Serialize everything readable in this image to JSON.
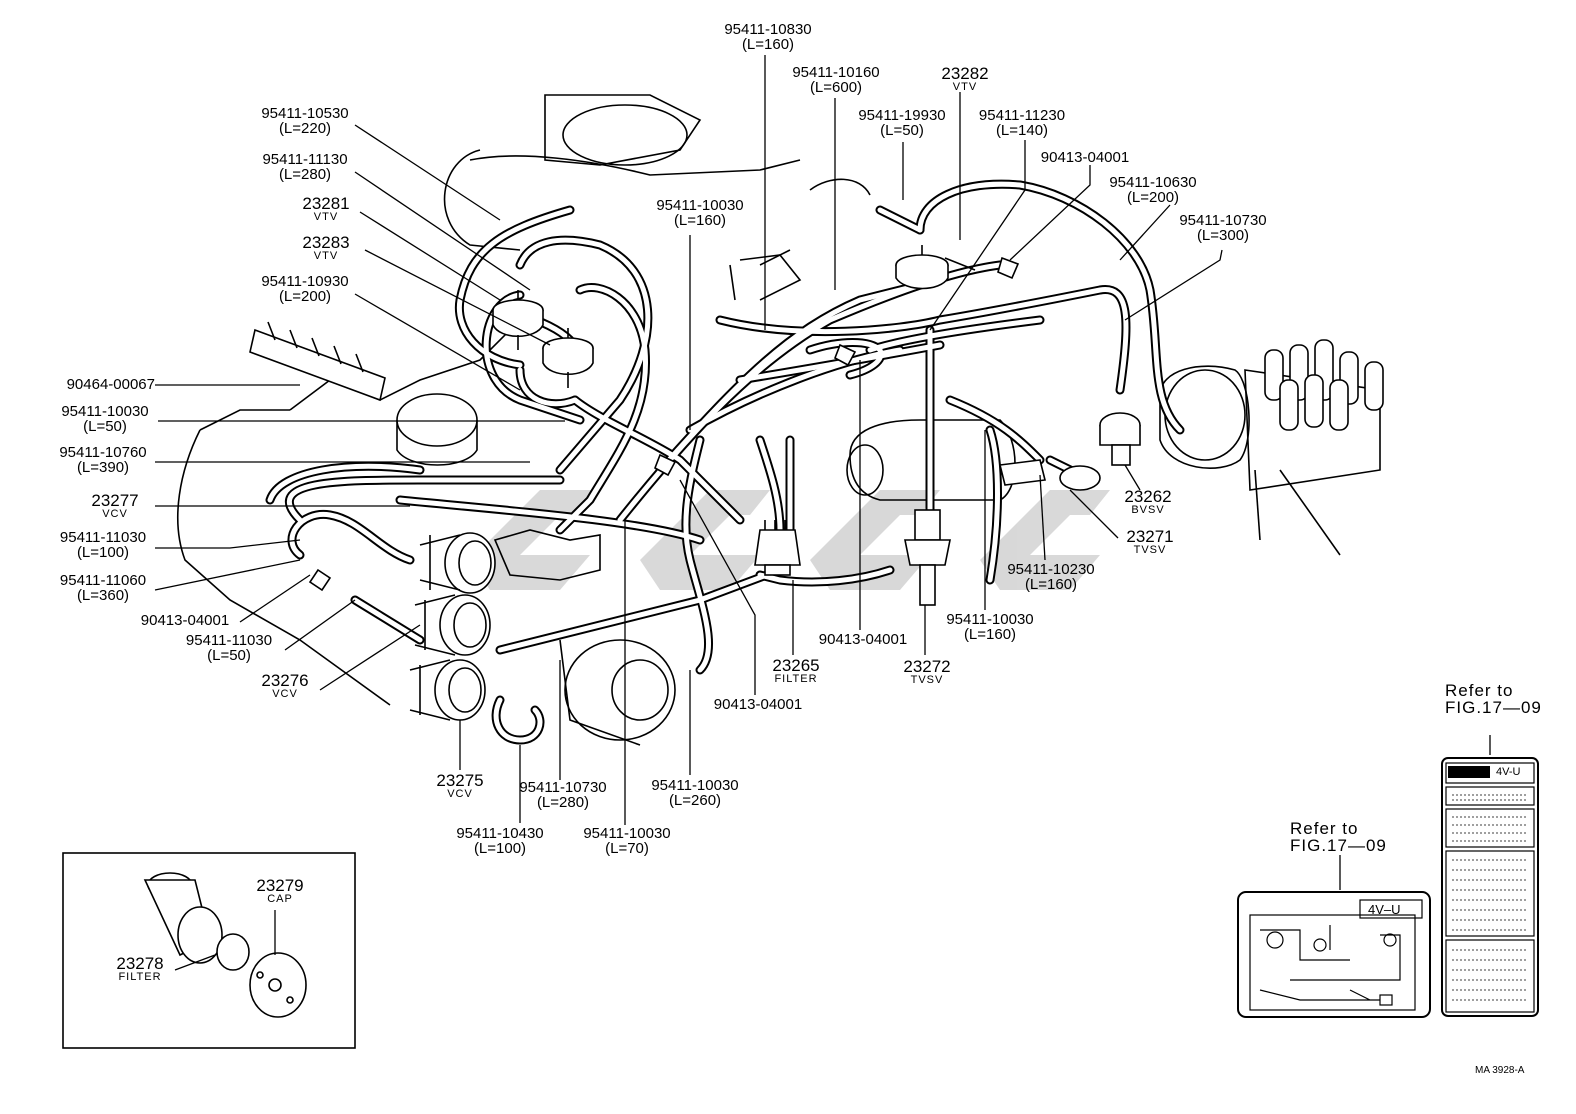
{
  "labels": {
    "p_10830": {
      "pn": "95411-10830",
      "len": "(L=160)"
    },
    "p_10160": {
      "pn": "95411-10160",
      "len": "(L=600)"
    },
    "p_23282": {
      "pn": "23282",
      "sub": "VTV"
    },
    "p_19930": {
      "pn": "95411-19930",
      "len": "(L=50)"
    },
    "p_11230": {
      "pn": "95411-11230",
      "len": "(L=140)"
    },
    "p_04001_top": {
      "pn": "90413-04001"
    },
    "p_10630": {
      "pn": "95411-10630",
      "len": "(L=200)"
    },
    "p_10730_top": {
      "pn": "95411-10730",
      "len": "(L=300)"
    },
    "p_10530": {
      "pn": "95411-10530",
      "len": "(L=220)"
    },
    "p_11130": {
      "pn": "95411-11130",
      "len": "(L=280)"
    },
    "p_23281": {
      "pn": "23281",
      "sub": "VTV"
    },
    "p_23283": {
      "pn": "23283",
      "sub": "VTV"
    },
    "p_10930": {
      "pn": "95411-10930",
      "len": "(L=200)"
    },
    "p_10030_mid": {
      "pn": "95411-10030",
      "len": "(L=160)"
    },
    "p_00067": {
      "pn": "90464-00067"
    },
    "p_10030_50": {
      "pn": "95411-10030",
      "len": "(L=50)"
    },
    "p_10760": {
      "pn": "95411-10760",
      "len": "(L=390)"
    },
    "p_23277": {
      "pn": "23277",
      "sub": "VCV"
    },
    "p_11030_100": {
      "pn": "95411-11030",
      "len": "(L=100)"
    },
    "p_11060": {
      "pn": "95411-11060",
      "len": "(L=360)"
    },
    "p_04001_left": {
      "pn": "90413-04001"
    },
    "p_11030_50": {
      "pn": "95411-11030",
      "len": "(L=50)"
    },
    "p_23276": {
      "pn": "23276",
      "sub": "VCV"
    },
    "p_23275": {
      "pn": "23275",
      "sub": "VCV"
    },
    "p_10730_bot": {
      "pn": "95411-10730",
      "len": "(L=280)"
    },
    "p_10430": {
      "pn": "95411-10430",
      "len": "(L=100)"
    },
    "p_10030_70": {
      "pn": "95411-10030",
      "len": "(L=70)"
    },
    "p_10030_260": {
      "pn": "95411-10030",
      "len": "(L=260)"
    },
    "p_04001_bot": {
      "pn": "90413-04001"
    },
    "p_23265": {
      "pn": "23265",
      "sub": "FILTER"
    },
    "p_04001_mid": {
      "pn": "90413-04001"
    },
    "p_23272": {
      "pn": "23272",
      "sub": "TVSV"
    },
    "p_10030_160b": {
      "pn": "95411-10030",
      "len": "(L=160)"
    },
    "p_10230": {
      "pn": "95411-10230",
      "len": "(L=160)"
    },
    "p_23262": {
      "pn": "23262",
      "sub": "BVSV"
    },
    "p_23271": {
      "pn": "23271",
      "sub": "TVSV"
    },
    "p_23279": {
      "pn": "23279",
      "sub": "CAP"
    },
    "p_23278": {
      "pn": "23278",
      "sub": "FILTER"
    }
  },
  "references": {
    "ref_right": {
      "line1": "Refer to",
      "line2": "FIG.17—09"
    },
    "ref_mid": {
      "line1": "Refer to",
      "line2": "FIG.17—09"
    }
  },
  "placards": {
    "emission_label": "4V-U",
    "vacuum_label": "4V–U"
  },
  "drawing_code": "MA 3928-A",
  "colors": {
    "ink": "#000000",
    "watermark": "#c8c8c8",
    "paper": "#ffffff"
  }
}
